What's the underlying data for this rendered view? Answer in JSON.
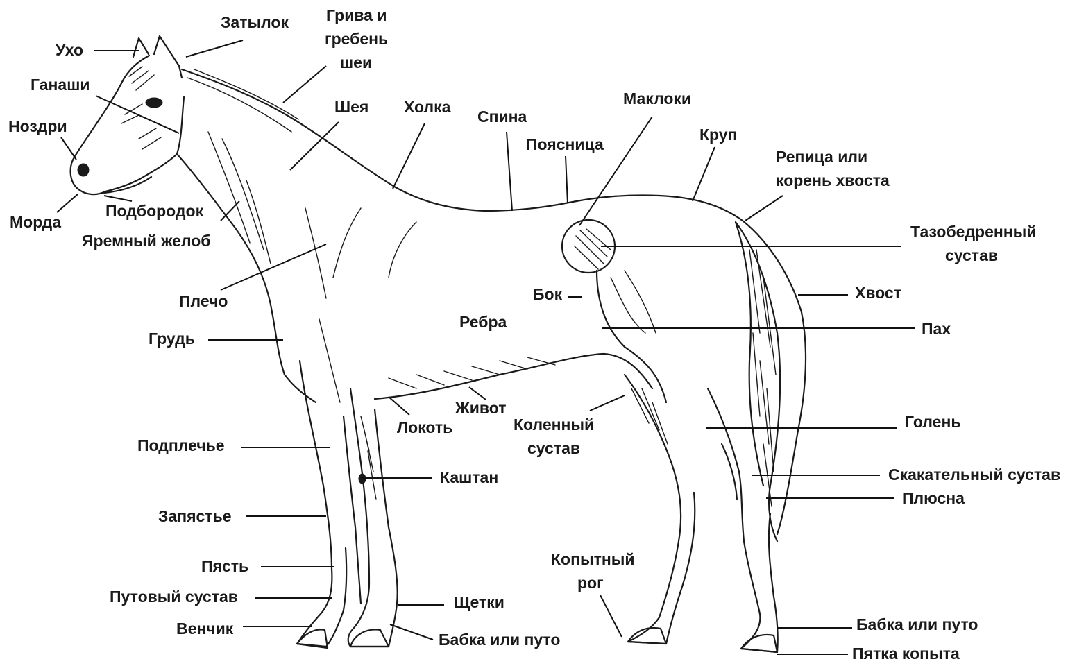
{
  "labels": {
    "ear": "Ухо",
    "poll": "Затылок",
    "mane_1": "Грива и",
    "mane_2": "гребень",
    "mane_3": "шеи",
    "ganache": "Ганаши",
    "nostrils": "Ноздри",
    "muzzle": "Морда",
    "chin": "Подбородок",
    "jugular": "Яремный желоб",
    "neck": "Шея",
    "withers": "Холка",
    "back": "Спина",
    "loin": "Поясница",
    "hip_point": "Маклоки",
    "croup": "Круп",
    "dock_1": "Репица или",
    "dock_2": "корень хвоста",
    "hip_joint_1": "Тазобедренный",
    "hip_joint_2": "сустав",
    "shoulder": "Плечо",
    "flank": "Бок",
    "tail": "Хвост",
    "ribs": "Ребра",
    "groin": "Пах",
    "chest": "Грудь",
    "belly": "Живот",
    "elbow": "Локоть",
    "stifle_1": "Коленный",
    "stifle_2": "сустав",
    "gaskin": "Голень",
    "forearm": "Подплечье",
    "chestnut": "Каштан",
    "hock": "Скакательный сустав",
    "cannon_hind": "Плюсна",
    "knee": "Запястье",
    "cannon": "Пясть",
    "hoof_horn_1": "Копытный",
    "hoof_horn_2": "рог",
    "fetlock": "Путовый сустав",
    "feathers": "Щетки",
    "coronet": "Венчик",
    "pastern_front": "Бабка или путо",
    "pastern_hind": "Бабка или путо",
    "heel": "Пятка копыта"
  }
}
